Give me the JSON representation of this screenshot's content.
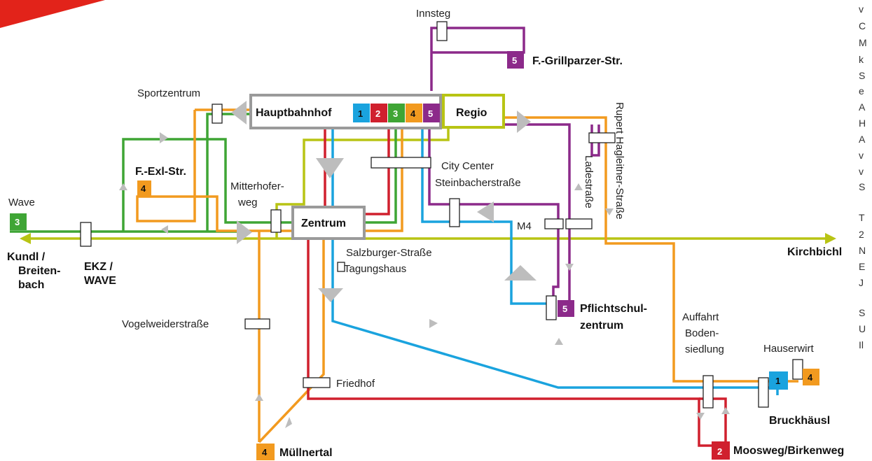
{
  "colors": {
    "line1": "#1aa3de",
    "line2": "#d0202e",
    "line3": "#3fa535",
    "line4": "#f29a1f",
    "line5": "#8c2a8a",
    "regio": "#b8c414",
    "hub_border": "#9a9a9a",
    "arrow": "#bdbdbd",
    "brand_red": "#e2231a"
  },
  "stops": {
    "innsteg": "Innsteg",
    "grillparzer": "F.-Grillparzer-Str.",
    "sportzentrum": "Sportzentrum",
    "hauptbahnhof": "Hauptbahnhof",
    "regio": "Regio",
    "rupert_1": "Rupert Hagleitner-Straße",
    "ladestrasse": "Ladestraße",
    "exl": "F.-Exl-Str.",
    "city_center_1": "City Center",
    "city_center_2": "Steinbacherstraße",
    "mitterhofer_1": "Mitterhofer-",
    "mitterhofer_2": "weg",
    "zentrum": "Zentrum",
    "wave": "Wave",
    "m4": "M4",
    "kundl_1": "Kundl /",
    "kundl_2": "Breiten-",
    "kundl_3": "bach",
    "ekz_1": "EKZ /",
    "ekz_2": "WAVE",
    "salzburger": "Salzburger-Straße",
    "tagungshaus": "Tagungshaus",
    "kirchbichl": "Kirchbichl",
    "vogelweider": "Vogelweiderstraße",
    "pflicht_1": "Pflichtschul-",
    "pflicht_2": "zentrum",
    "auffahrt_1": "Auffahrt",
    "auffahrt_2": "Boden-",
    "auffahrt_3": "siedlung",
    "hauserwirt": "Hauserwirt",
    "friedhof": "Friedhof",
    "bruckhaeusl": "Bruckhäusl",
    "muellnertal": "Müllnertal",
    "moosweg": "Moosweg/Birkenweg"
  },
  "badges": {
    "b1": "1",
    "b2": "2",
    "b3": "3",
    "b4": "4",
    "b5": "5"
  },
  "side_text": [
    "v",
    "C",
    "M",
    "k",
    "S",
    "e",
    "A",
    "H",
    "A",
    "v",
    "v",
    "S",
    "",
    "T",
    "2",
    "N",
    "E",
    "J",
    "",
    "S",
    "U",
    "Il"
  ]
}
